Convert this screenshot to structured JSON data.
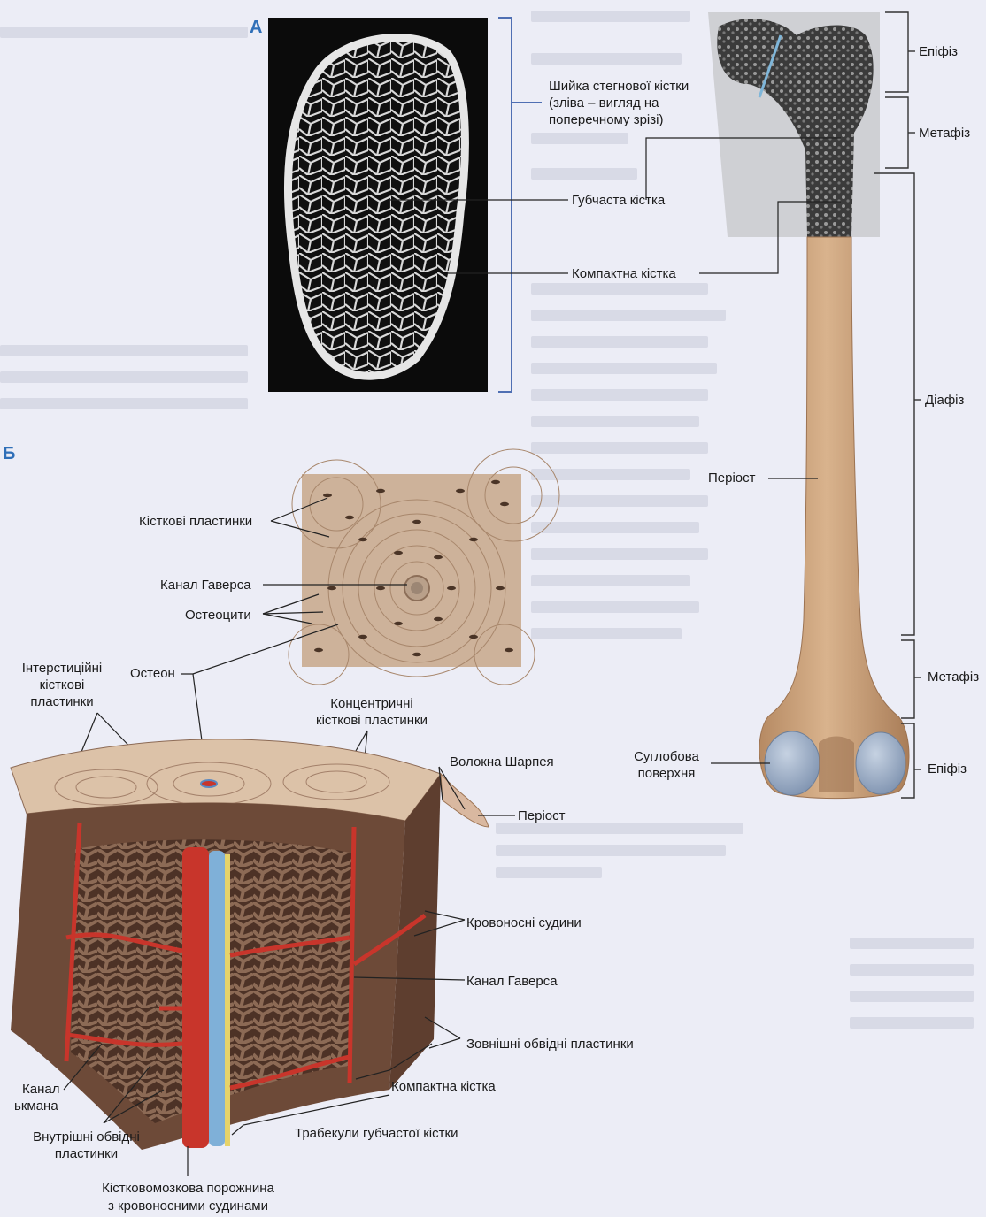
{
  "panel_a": {
    "letter": "A",
    "neck_label": [
      "Шийка стегнової кістки",
      "(зліва – вигляд на",
      "поперечному зрізі)"
    ],
    "spongy_label": "Губчаста кістка",
    "compact_label": "Компактна кістка"
  },
  "femur": {
    "epiphysis_top": "Епіфіз",
    "metaphysis_top": "Метафіз",
    "diaphysis": "Діафіз",
    "periosteum": "Періост",
    "metaphysis_bottom": "Метафіз",
    "epiphysis_bottom": "Епіфіз",
    "articular_surface": [
      "Суглобова",
      "поверхня"
    ]
  },
  "panel_b": {
    "letter": "Б",
    "lamellae": "Кісткові пластинки",
    "haversian_canal": "Канал Гаверса",
    "osteocytes": "Остеоцити",
    "interstitial": [
      "Інтерстиційні",
      "кісткові",
      "пластинки"
    ],
    "osteon": "Остеон",
    "concentric": [
      "Концентричні",
      "кісткові пластинки"
    ],
    "sharpey": "Волокна Шарпея",
    "periosteum": "Періост",
    "vessels": "Кровоносні судини",
    "haversian_canal_2": "Канал Гаверса",
    "outer_lamellae": "Зовнішні обвідні пластинки",
    "compact_bone": "Компактна кістка",
    "volkmann": [
      "Канал",
      "ькмана"
    ],
    "inner_lamellae": [
      "Внутрішні обвідні",
      "пластинки"
    ],
    "trabeculae": "Трабекули губчастої кістки",
    "marrow": [
      "Кістковомозкова порожнина",
      "з кровоносними судинами"
    ]
  },
  "colors": {
    "accent": "#2f6fb8",
    "bone": "#c9a27c",
    "cortex": "#8a6350",
    "vessel_red": "#c8352b",
    "vessel_blue": "#7fb0d8",
    "cartilage": "#9fb0c8"
  }
}
